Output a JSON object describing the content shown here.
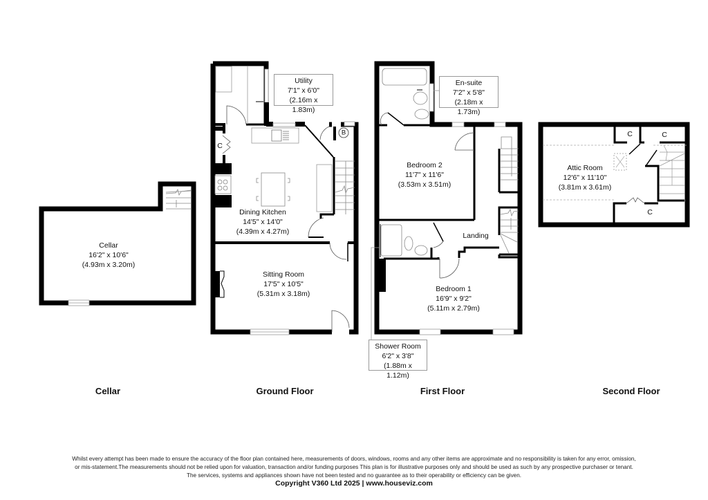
{
  "floors": [
    {
      "id": "cellar",
      "title": "Cellar"
    },
    {
      "id": "ground",
      "title": "Ground Floor"
    },
    {
      "id": "first",
      "title": "First Floor"
    },
    {
      "id": "second",
      "title": "Second Floor"
    }
  ],
  "rooms": {
    "cellar": {
      "name": "Cellar",
      "imperial": "16'2\" x 10'6\"",
      "metric": "(4.93m x 3.20m)"
    },
    "utility": {
      "name": "Utility",
      "imperial": "7'1\" x 6'0\"",
      "metric": "(2.16m x 1.83m)"
    },
    "dining_kitchen": {
      "name": "Dining Kitchen",
      "imperial": "14'5\" x 14'0\"",
      "metric": "(4.39m x 4.27m)"
    },
    "sitting_room": {
      "name": "Sitting Room",
      "imperial": "17'5\" x 10'5\"",
      "metric": "(5.31m x 3.18m)"
    },
    "en_suite": {
      "name": "En-suite",
      "imperial": "7'2\" x 5'8\"",
      "metric": "(2.18m x 1.73m)"
    },
    "bedroom_2": {
      "name": "Bedroom 2",
      "imperial": "11'7\" x 11'6\"",
      "metric": "(3.53m x 3.51m)"
    },
    "landing": {
      "name": "Landing"
    },
    "bedroom_1": {
      "name": "Bedroom 1",
      "imperial": "16'9\" x 9'2\"",
      "metric": "(5.11m x 2.79m)"
    },
    "shower_room": {
      "name": "Shower Room",
      "imperial": "6'2\" x 3'8\"",
      "metric": "(1.88m x 1.12m)"
    },
    "attic_room": {
      "name": "Attic Room",
      "imperial": "12'6\" x 11'10\"",
      "metric": "(3.81m x 3.61m)"
    }
  },
  "markers": {
    "cupboard": "C",
    "boiler": "B"
  },
  "footer": {
    "disclaimer_line1": "Whilst every attempt has been made to ensure the accuracy of the floor plan contained here, measurements of doors, windows, rooms and any other items are approximate and no responsibility is taken for any error, omission,",
    "disclaimer_line2": "or mis-statement.The measurements should not be relied upon for valuation, transaction and/or funding purposes This plan is for illustrative purposes only and should be used as such by any prospective purchaser or tenant.",
    "disclaimer_line3": "The services, systems and appliances shown have not been tested and no guarantee as to their operability or efficiency can be given.",
    "copyright": "Copyright V360 Ltd 2025 | www.houseviz.com"
  },
  "colors": {
    "wall": "#000000",
    "fixture_line": "#888888",
    "callout_border": "#999999",
    "background": "#ffffff"
  }
}
